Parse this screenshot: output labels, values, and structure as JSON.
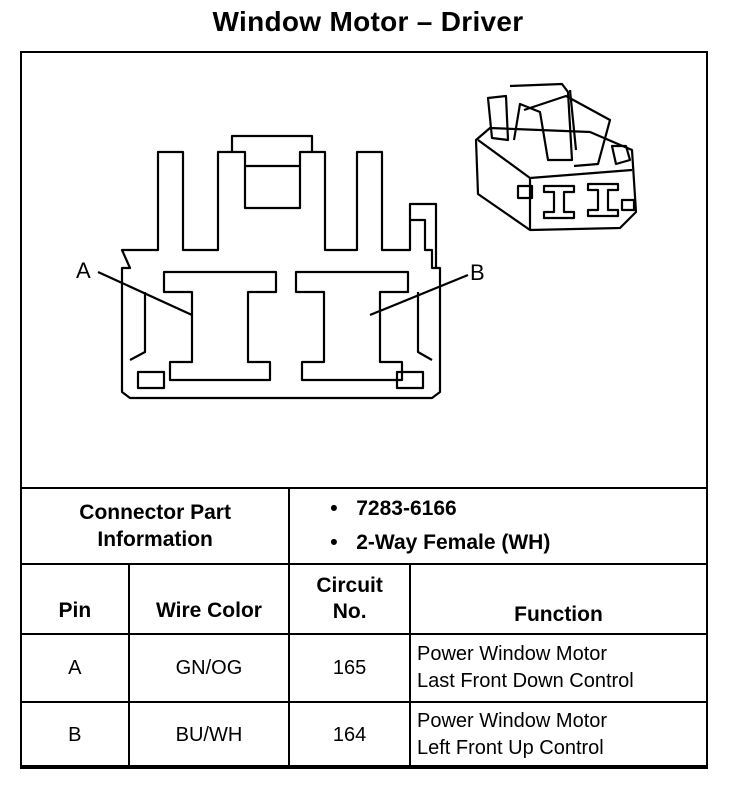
{
  "title": "Window Motor – Driver",
  "labels": {
    "a": "A",
    "b": "B"
  },
  "connector_info": {
    "heading_line1": "Connector Part",
    "heading_line2": "Information",
    "items": [
      "7283-6166",
      "2-Way Female (WH)"
    ]
  },
  "table": {
    "headers": {
      "pin": "Pin",
      "wire_color": "Wire Color",
      "circuit_line1": "Circuit",
      "circuit_line2": "No.",
      "function": "Function"
    },
    "rows": [
      {
        "pin": "A",
        "wire_color": "GN/OG",
        "circuit": "165",
        "function_line1": "Power Window Motor",
        "function_line2": "Last Front Down Control"
      },
      {
        "pin": "B",
        "wire_color": "BU/WH",
        "circuit": "164",
        "function_line1": "Power Window Motor",
        "function_line2": "Left Front Up Control"
      }
    ]
  }
}
